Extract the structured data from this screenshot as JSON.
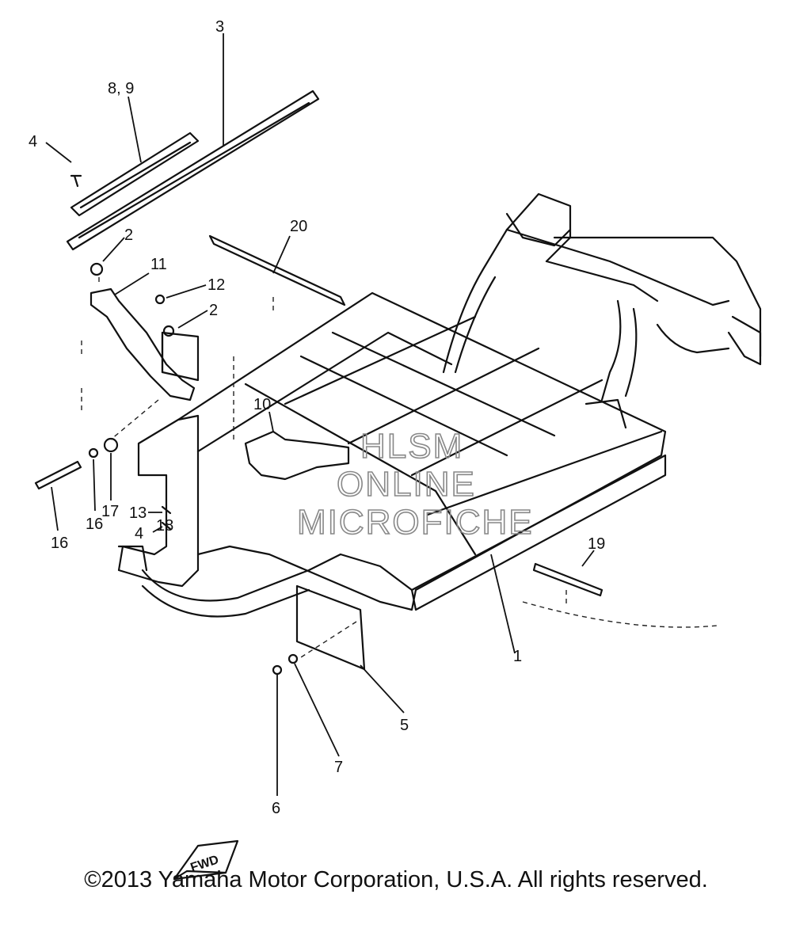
{
  "callouts": {
    "c1": "1",
    "c2a": "2",
    "c2b": "2",
    "c3": "3",
    "c4a": "4",
    "c4b": "4",
    "c5": "5",
    "c6": "6",
    "c7": "7",
    "c89": "8, 9",
    "c10": "10",
    "c11": "11",
    "c12": "12",
    "c13": "13",
    "c16a": "16",
    "c16b": "16",
    "c17": "17",
    "c18": "18",
    "c19": "19",
    "c20": "20"
  },
  "watermark": [
    "HLSM",
    "ONLINE",
    "MICROFICHE"
  ],
  "fwd_label": "FWD",
  "copyright": "©2013 Yamaha Motor Corporation, U.S.A. All rights reserved."
}
